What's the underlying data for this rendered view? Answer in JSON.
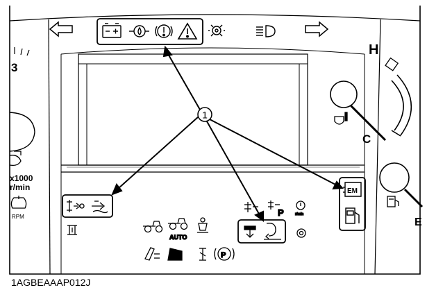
{
  "diagram": {
    "callout_number": "1",
    "figure_id": "1AGBEAAAP012J",
    "left_gauge": {
      "scale_digit": "3",
      "unit_line1": "x1000",
      "unit_line2": "r/min",
      "rpm_label": "RPM"
    },
    "right_gauge": {
      "hot_label": "H",
      "cold_label": "C",
      "right_edge_label": "E"
    },
    "indicator_labels": {
      "auto": "AUTO",
      "rmin": "r/min",
      "park_p": "P",
      "em": "EM"
    }
  }
}
